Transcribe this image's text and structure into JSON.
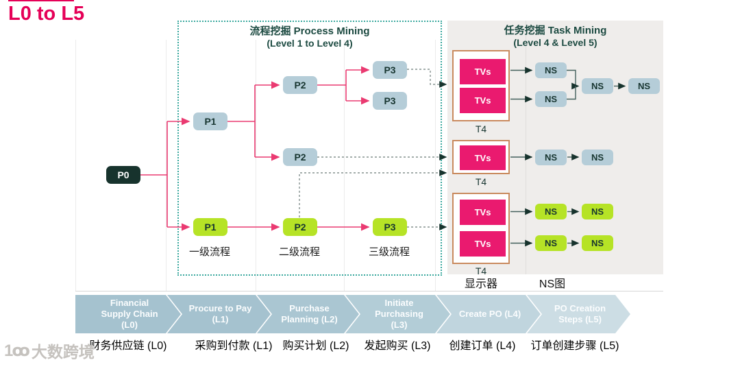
{
  "page_title": "L0 to L5",
  "regions": {
    "process_mining": {
      "heading": "流程挖掘 Process Mining",
      "subheading": "(Level 1 to Level 4)"
    },
    "task_mining": {
      "heading": "任务挖掘 Task Mining",
      "subheading": "(Level 4 & Level 5)"
    }
  },
  "node_labels": {
    "p0": "P0",
    "p1": "P1",
    "p2": "P2",
    "p3": "P3",
    "tvs": "TVs",
    "t4": "T4",
    "ns": "NS"
  },
  "level_labels": {
    "level1": "一级流程",
    "level2": "二级流程",
    "level3": "三级流程",
    "monitor": "显示器",
    "ns_diagram": "NS图"
  },
  "chevrons": [
    {
      "en": "Financial Supply Chain (L0)",
      "zh": "财务供应链 (L0)",
      "fill": "#a5c2cf"
    },
    {
      "en": "Procure to Pay (L1)",
      "zh": "采购到付款 (L1)",
      "fill": "#a5c2cf"
    },
    {
      "en": "Purchase Planning (L2)",
      "zh": "购买计划 (L2)",
      "fill": "#aac6d2"
    },
    {
      "en": "Initiate Purchasing (L3)",
      "zh": "发起购买 (L3)",
      "fill": "#b3cdd7"
    },
    {
      "en": "Create PO (L4)",
      "zh": "创建订单 (L4)",
      "fill": "#c0d5de"
    },
    {
      "en": "PO Creation Steps (L5)",
      "zh": "订单创建步骤 (L5)",
      "fill": "#ccdde4"
    }
  ],
  "watermark": {
    "logo": "1ꝏ",
    "text": "大数跨境"
  },
  "colors": {
    "accent_pink": "#e50057",
    "arrow_pink": "#ea3a71",
    "node_blue": "#b5cdd8",
    "node_green": "#b6e326",
    "node_dark": "#17332d",
    "tvs_magenta": "#ea1a6f",
    "container_border": "#c98a5e",
    "teal_dotted_border": "#3aa89e",
    "heading_green": "#1c4a41",
    "task_region_gray": "#efedeb"
  }
}
